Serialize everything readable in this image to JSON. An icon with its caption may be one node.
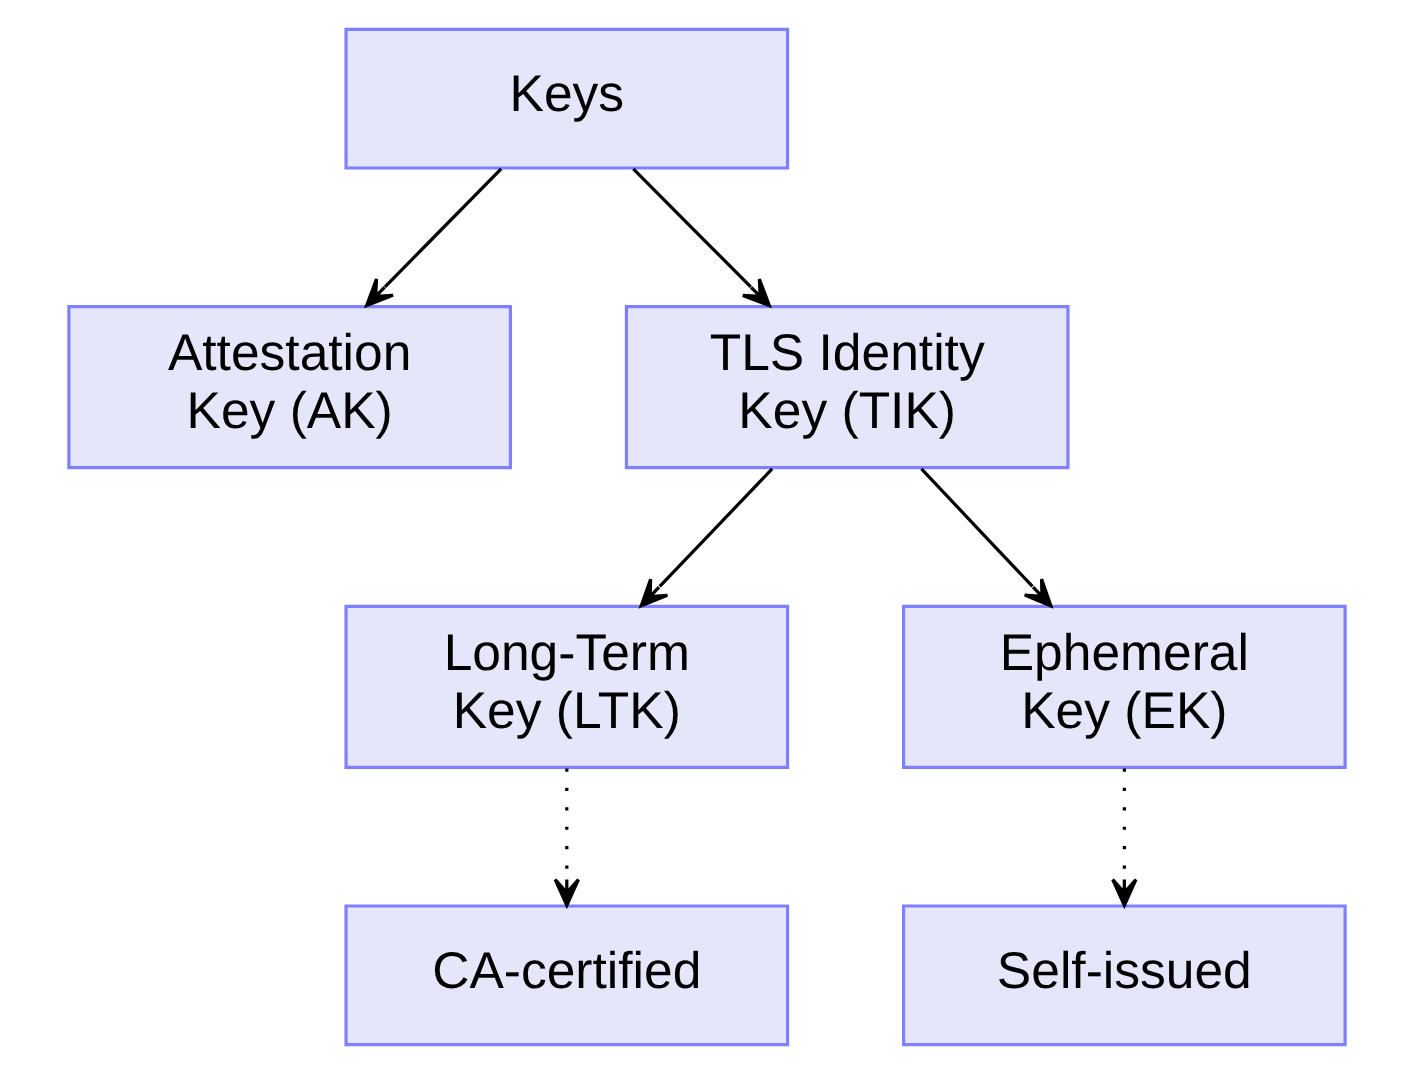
{
  "diagram": {
    "nodes": [
      {
        "text": [
          "Keys"
        ]
      },
      {
        "text": [
          "Attestation Key (AK)"
        ]
      },
      {
        "text": [
          "TLS Identity Key (TIK)"
        ]
      },
      {
        "text": [
          "Long-Term Key (LTK)"
        ]
      },
      {
        "text": [
          "Ephemeral Key (EK)"
        ]
      },
      {
        "text": [
          "CA-certified"
        ]
      },
      {
        "text": [
          "Self-issued"
        ]
      }
    ],
    "edges": [
      {
        "from": 0,
        "to": 1,
        "arrow": "to"
      },
      {
        "from": 0,
        "to": 2,
        "arrow": "to"
      },
      {
        "from": 2,
        "to": 3,
        "arrow": "to"
      },
      {
        "from": 2,
        "to": 4,
        "arrow": "to"
      },
      {
        "from": 3,
        "to": 5,
        "arrow": "to",
        "style": "dashed"
      },
      {
        "from": 4,
        "to": 6,
        "arrow": "to",
        "style": "dashed"
      }
    ]
  }
}
